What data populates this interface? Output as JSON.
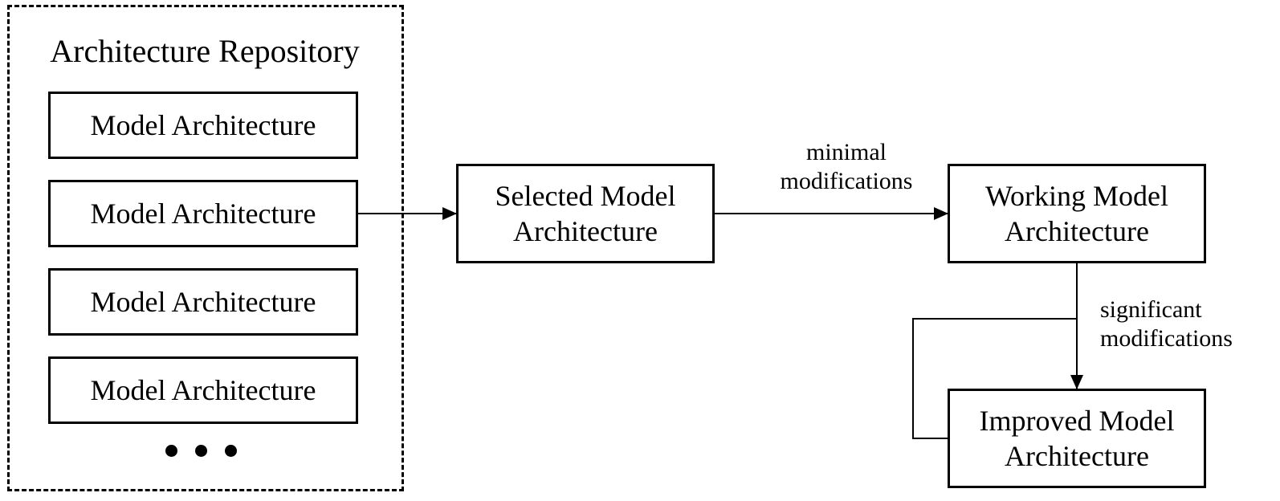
{
  "repository": {
    "title": "Architecture Repository",
    "items": [
      "Model Architecture",
      "Model Architecture",
      "Model Architecture",
      "Model Architecture"
    ]
  },
  "nodes": {
    "selected": "Selected Model\nArchitecture",
    "working": "Working Model\nArchitecture",
    "improved": "Improved Model\nArchitecture"
  },
  "edges": {
    "minimal": "minimal\nmodifications",
    "significant": "significant\nmodifications"
  }
}
